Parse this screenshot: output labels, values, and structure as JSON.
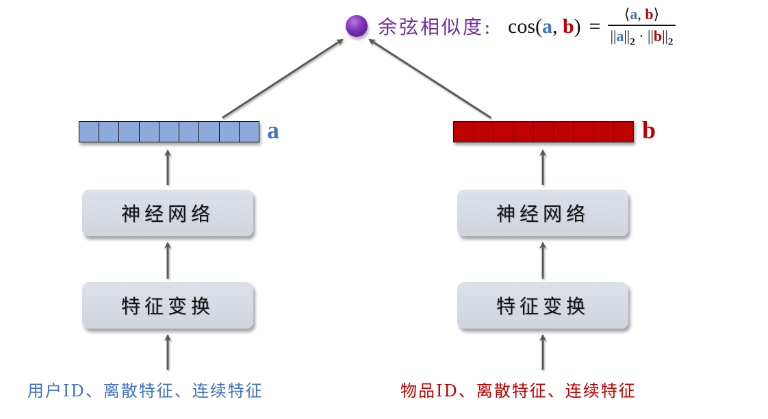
{
  "similarity": {
    "node_icon": "sphere-node",
    "label": "余弦相似度:",
    "formula": {
      "lhs_func": "cos(",
      "lhs_a": "a",
      "lhs_sep": ", ",
      "lhs_b": "b",
      "lhs_close": ")",
      "equals": "=",
      "numerator_open": "⟨",
      "numerator_a": "a",
      "numerator_sep": ", ",
      "numerator_b": "b",
      "numerator_close": "⟩",
      "den_open_a": "||",
      "den_a": "a",
      "den_close_a": "||",
      "den_sub_a": "2",
      "den_dot": " · ",
      "den_open_b": "||",
      "den_b": "b",
      "den_close_b": "||",
      "den_sub_b": "2"
    }
  },
  "towers": [
    {
      "side": "user",
      "vector_label": "a",
      "vector_cells": 9,
      "vector_color": "#8eaadb",
      "label_color": "#4472c4",
      "network_label": "神经网络",
      "transform_label": "特征变换",
      "input_label": "用户ID、离散特征、连续特征"
    },
    {
      "side": "item",
      "vector_label": "b",
      "vector_cells": 9,
      "vector_color": "#c00000",
      "label_color": "#c00000",
      "network_label": "神经网络",
      "transform_label": "特征变换",
      "input_label": "物品ID、离散特征、连续特征"
    }
  ]
}
